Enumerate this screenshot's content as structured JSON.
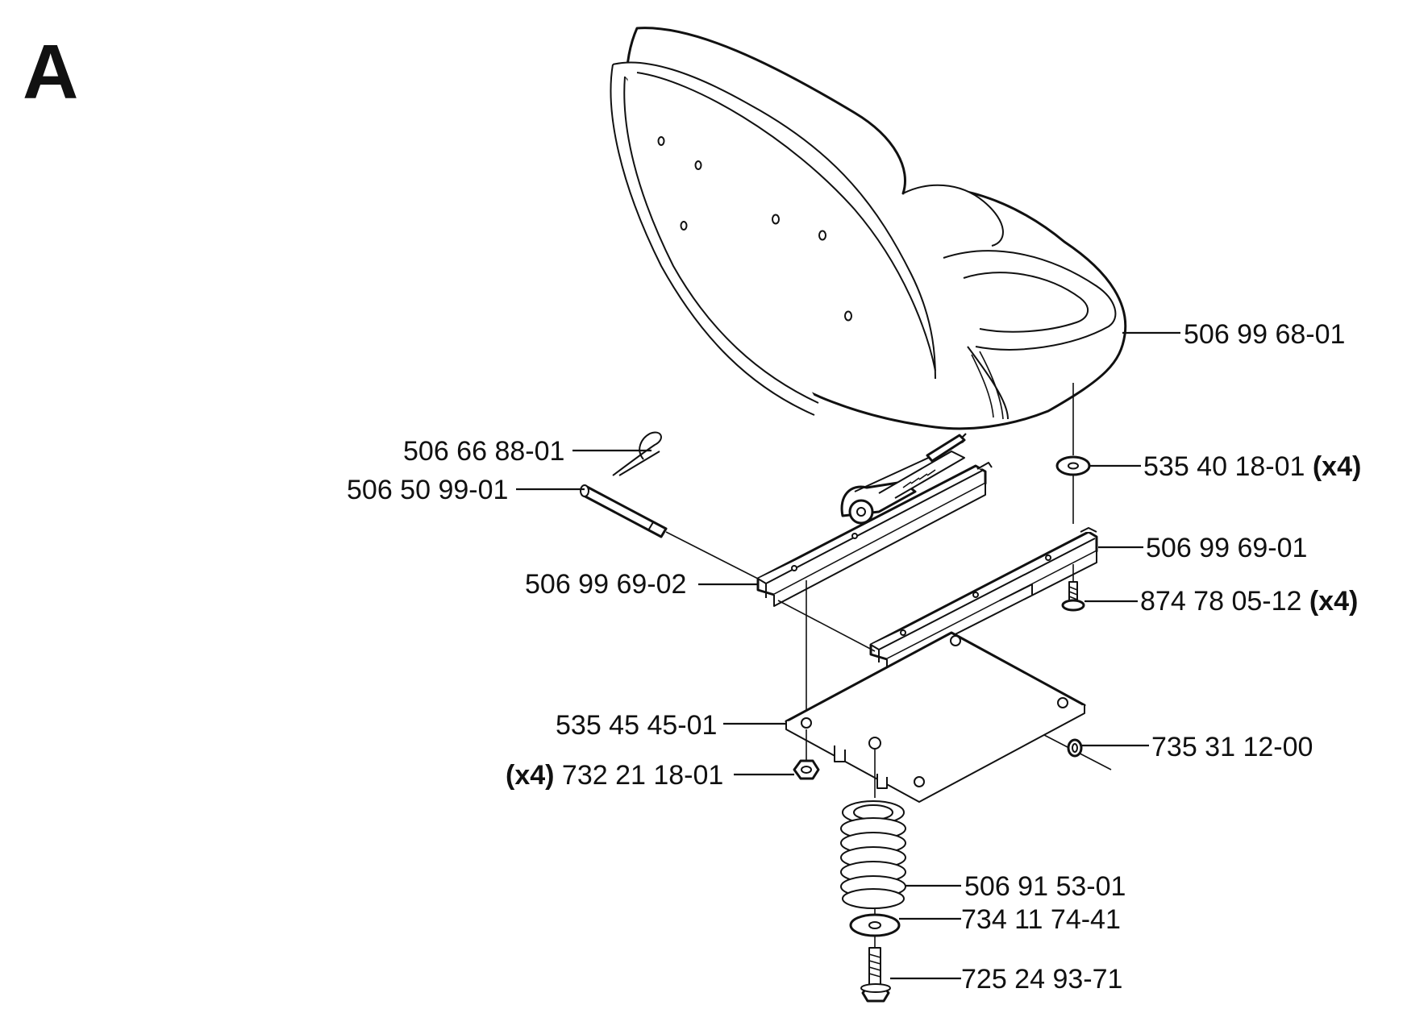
{
  "section_label": "A",
  "qty_marker": "(x4)",
  "parts": {
    "seat": "506 99 68-01",
    "washer_seat": "535 40 18-01",
    "rail_right": "506 99 69-01",
    "screw_rail": "874 78 05-12",
    "hair_pin": "506 66 88-01",
    "pin": "506 50 99-01",
    "rail_left": "506 99 69-02",
    "plate": "535 45 45-01",
    "nut": "732 21 18-01",
    "clip": "735 31 12-00",
    "spring": "506 91 53-01",
    "washer_spring": "734 11 74-41",
    "bolt": "725 24 93-71"
  }
}
